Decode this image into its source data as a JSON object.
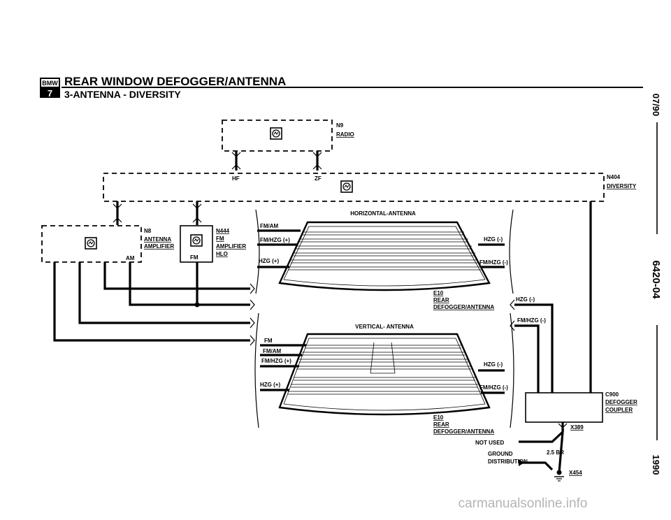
{
  "header": {
    "badge_top": "BMW",
    "badge_num": "7",
    "title": "REAR WINDOW DEFOGGER/ANTENNA",
    "subtitle": "3-ANTENNA - DIVERSITY"
  },
  "margin": {
    "date": "07/90",
    "code": "6420-04",
    "year": "1990"
  },
  "components": {
    "radio": {
      "id": "N9",
      "name": "RADIO"
    },
    "diversity": {
      "id": "N404",
      "name": "DIVERSITY",
      "pin_hf": "HF",
      "pin_zf": "ZF"
    },
    "antenna_amp": {
      "id": "N8",
      "name_1": "ANTENNA",
      "name_2": "AMPLIFIER",
      "pin_am": "AM"
    },
    "fm_amp": {
      "id": "N444",
      "name_1": "FM",
      "name_2": "AMPLIFIER",
      "name_3": "HLO",
      "pin_fm": "FM"
    },
    "horizontal": {
      "title": "HORIZONTAL-ANTENNA",
      "pin_fm_am": "FM/AM",
      "pin_fm_hzg_plus": "FM/HZG (+)",
      "pin_hzg_plus": "HZG (+)",
      "pin_hzg_minus": "HZG (-)",
      "pin_fm_hzg_minus": "FM/HZG (-)",
      "id": "E10",
      "name_1": "REAR",
      "name_2": "DEFOGGER/ANTENNA"
    },
    "vertical": {
      "title": "VERTICAL- ANTENNA",
      "pin_fm": "FM",
      "pin_fm_am": "FM/AM",
      "pin_fm_hzg_plus": "FM/HZG (+)",
      "pin_hzg_plus": "HZG (+)",
      "pin_hzg_minus": "HZG (-)",
      "pin_fm_hzg_minus": "FM/HZG (-)",
      "id": "E10",
      "name_1": "REAR",
      "name_2": "DEFOGGER/ANTENNA"
    },
    "coupler": {
      "id": "C900",
      "name_1": "DEFOGGER",
      "name_2": "COUPLER",
      "pin_hzg_minus": "HZG (-)",
      "pin_fm_hzg_minus": "FM/HZG (-)"
    },
    "ground": {
      "connector_1": "X389",
      "not_used": "NOT USED",
      "wire_gauge": "2.5 BR",
      "ground_1": "GROUND",
      "ground_2": "DISTRIBUTION",
      "connector_2": "X454"
    }
  },
  "watermark": "carmanualsonline.info"
}
